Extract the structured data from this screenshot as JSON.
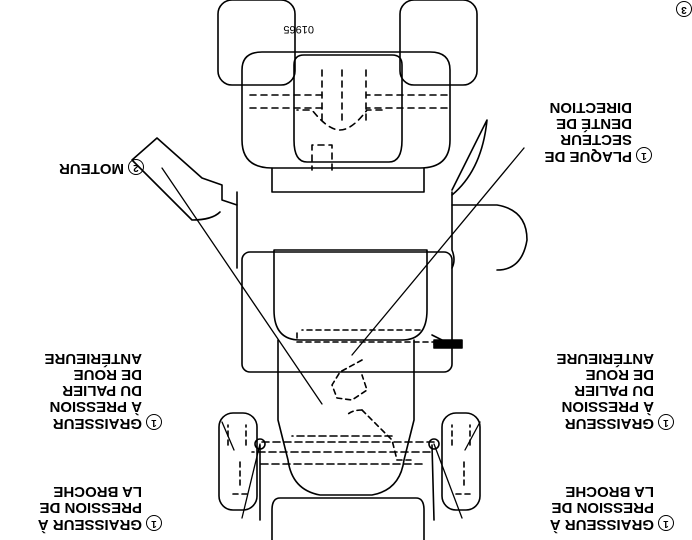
{
  "figure": {
    "id": "01965",
    "corner_number": "3"
  },
  "callouts": {
    "spindle_left": {
      "number": "1",
      "lines": [
        "GRAISSEUR À",
        "PRESSION DE",
        "LA BROCHE"
      ]
    },
    "spindle_right": {
      "number": "1",
      "lines": [
        "GRAISSEUR À",
        "PRESSION DE",
        "LA BROCHE"
      ]
    },
    "wheel_left": {
      "number": "1",
      "lines": [
        "GRAISSEUR",
        "À PRESSION",
        "DU PALIER",
        "DE ROUE",
        "ANTÉRIEURE"
      ]
    },
    "wheel_right": {
      "number": "1",
      "lines": [
        "GRAISSEUR",
        "À PRESSION",
        "DU PALIER",
        "DE ROUE",
        "ANTÉRIEURE"
      ]
    },
    "steering": {
      "number": "1",
      "lines": [
        "PLAQUE DE",
        "SECTEUR",
        "DENTÉ DE",
        "DIRECTION"
      ]
    },
    "engine": {
      "number": "2",
      "lines": [
        "MOTEUR"
      ]
    }
  }
}
